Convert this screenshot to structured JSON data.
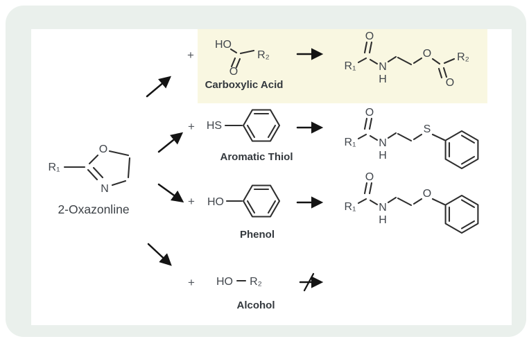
{
  "colors": {
    "frame": "#eaf0ec",
    "canvas": "#ffffff",
    "highlight": "#f9f7e1",
    "bond": "#2e2e2e",
    "atom_text": "#41464c",
    "label_text": "#33383d",
    "arrow": "#141414"
  },
  "reactant": {
    "substituent": "R₁",
    "ring_o": "O",
    "ring_n": "N",
    "name": "2-Oxazonline"
  },
  "plus": "+",
  "atoms": {
    "o": "O",
    "n": "N",
    "h": "H",
    "s": "S",
    "ho": "HO",
    "hs": "HS",
    "r1": "R₁",
    "r2": "R₂"
  },
  "reactions": [
    {
      "label": "Carboxylic Acid",
      "outcome": "reaction",
      "highlighted": true
    },
    {
      "label": "Aromatic Thiol",
      "outcome": "reaction",
      "highlighted": false
    },
    {
      "label": "Phenol",
      "outcome": "reaction",
      "highlighted": false
    },
    {
      "label": "Alcohol",
      "outcome": "no reaction",
      "highlighted": false
    }
  ]
}
